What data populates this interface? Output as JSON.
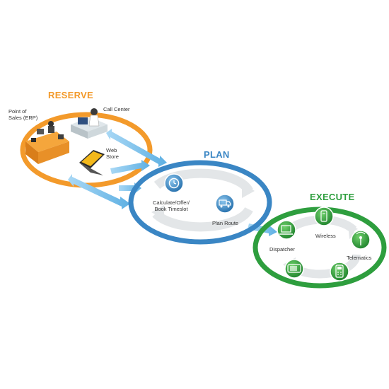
{
  "colors": {
    "reserve": "#f39a2b",
    "plan": "#3a86c4",
    "execute": "#2e9e3e",
    "arrow": "#7cc0ea",
    "track": "#e3e6e8"
  },
  "reserve": {
    "title": "RESERVE",
    "point_of_sales": [
      "Point of",
      "Sales (ERP)"
    ],
    "call_center": "Call Center",
    "web_store": [
      "Web",
      "Store"
    ]
  },
  "plan": {
    "title": "PLAN",
    "calculate": [
      "Calculate/Offer/",
      "Book Timeslot"
    ],
    "plan_route": "Plan Route",
    "icons": [
      "clock-icon",
      "truck-icon"
    ]
  },
  "execute": {
    "title": "EXECUTE",
    "dispatcher": "Dispatcher",
    "wireless": "Wireless",
    "telematics": "Telematics",
    "icons": [
      "laptop-icon",
      "mobile-phone-icon",
      "antenna-icon",
      "handheld-device-icon",
      "gps-device-icon"
    ]
  }
}
